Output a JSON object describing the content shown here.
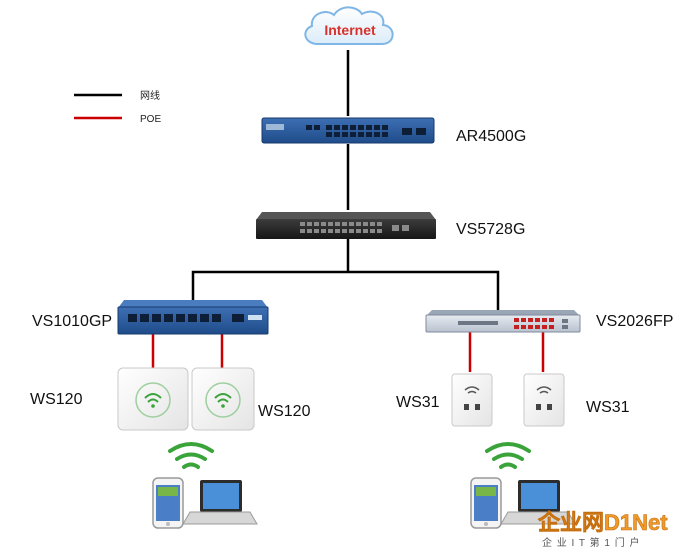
{
  "legend": [
    {
      "label": "网线",
      "color": "#000000"
    },
    {
      "label": "POE",
      "color": "#cc0000"
    }
  ],
  "cloud_label": "Internet",
  "devices": {
    "router": "AR4500G",
    "core_switch": "VS5728G",
    "left_switch": "VS1010GP",
    "right_switch": "VS2026FP",
    "left_ap_1": "WS120",
    "left_ap_2": "WS120",
    "right_ap_1": "WS31",
    "right_ap_2": "WS31"
  },
  "watermark": {
    "brand": "企业网D1Net",
    "tagline": "企 业 I T 第 1 门 户"
  },
  "colors": {
    "network_cable": "#000000",
    "poe_cable": "#cc0000",
    "cloud_text": "#d8302a",
    "cloud_outline": "#7fb6e6",
    "wifi": "#3aa33a"
  }
}
